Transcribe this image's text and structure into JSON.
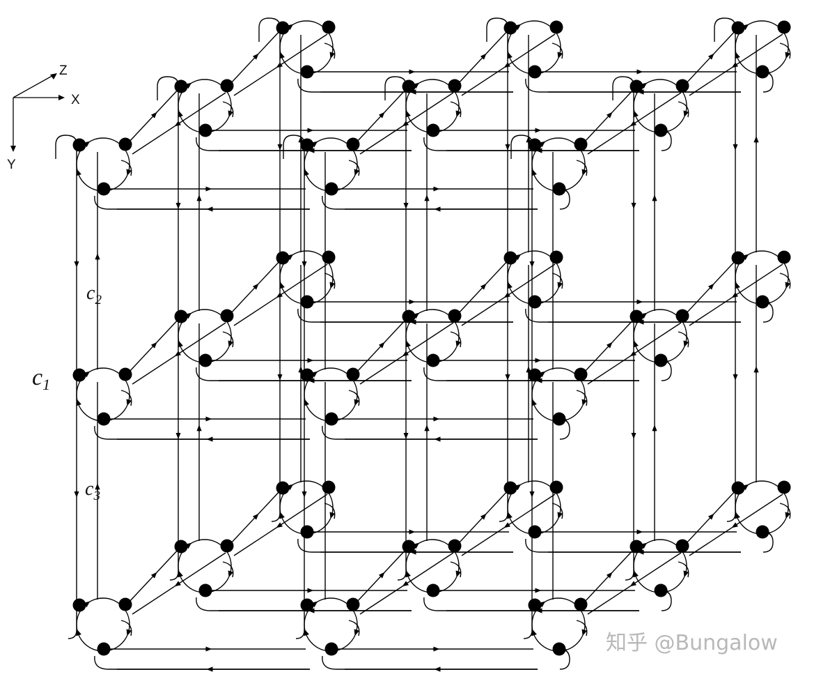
{
  "axes": {
    "z_label": "Z",
    "x_label": "X",
    "y_label": "Y"
  },
  "curve_labels": [
    {
      "name": "c-label-c2",
      "base": "c",
      "sub": "2"
    },
    {
      "name": "c-label-c1",
      "base": "c",
      "sub": "1"
    },
    {
      "name": "c-label-c3",
      "base": "c",
      "sub": "3"
    }
  ],
  "lattice": {
    "nx": 3,
    "ny": 3,
    "nz": 3,
    "nodes_per_site": 3
  },
  "watermark": "知乎 @Bungalow",
  "colors": {
    "ink": "#000000",
    "watermark": "#b8b8b8"
  }
}
